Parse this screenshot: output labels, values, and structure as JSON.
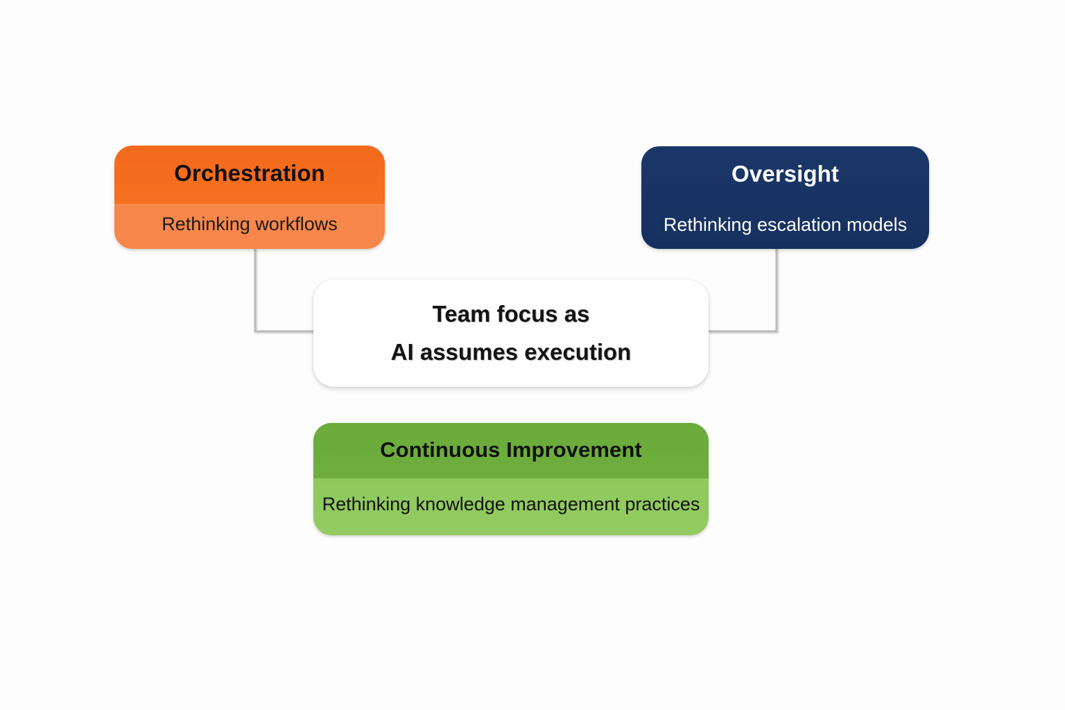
{
  "diagram": {
    "background_color": "#fdfdfd",
    "connector_color": "#bbbbbb",
    "center": {
      "line1": "Team focus as",
      "line2": "AI assumes execution",
      "background_color": "#fefefe",
      "text_color": "#141414"
    },
    "nodes": [
      {
        "id": "orchestration",
        "title": "Orchestration",
        "subtitle": "Rethinking workflows",
        "header_color": "#f4691d",
        "body_color": "#f7874a",
        "text_color": "#111111"
      },
      {
        "id": "oversight",
        "title": "Oversight",
        "subtitle": "Rethinking escalation models",
        "header_color": "#1b3768",
        "body_color": "#16305f",
        "text_color": "#ffffff"
      },
      {
        "id": "improvement",
        "title": "Continuous Improvement",
        "subtitle": "Rethinking knowledge management practices",
        "header_color": "#6aab3a",
        "body_color": "#8fc95c",
        "text_color": "#111111"
      }
    ]
  }
}
